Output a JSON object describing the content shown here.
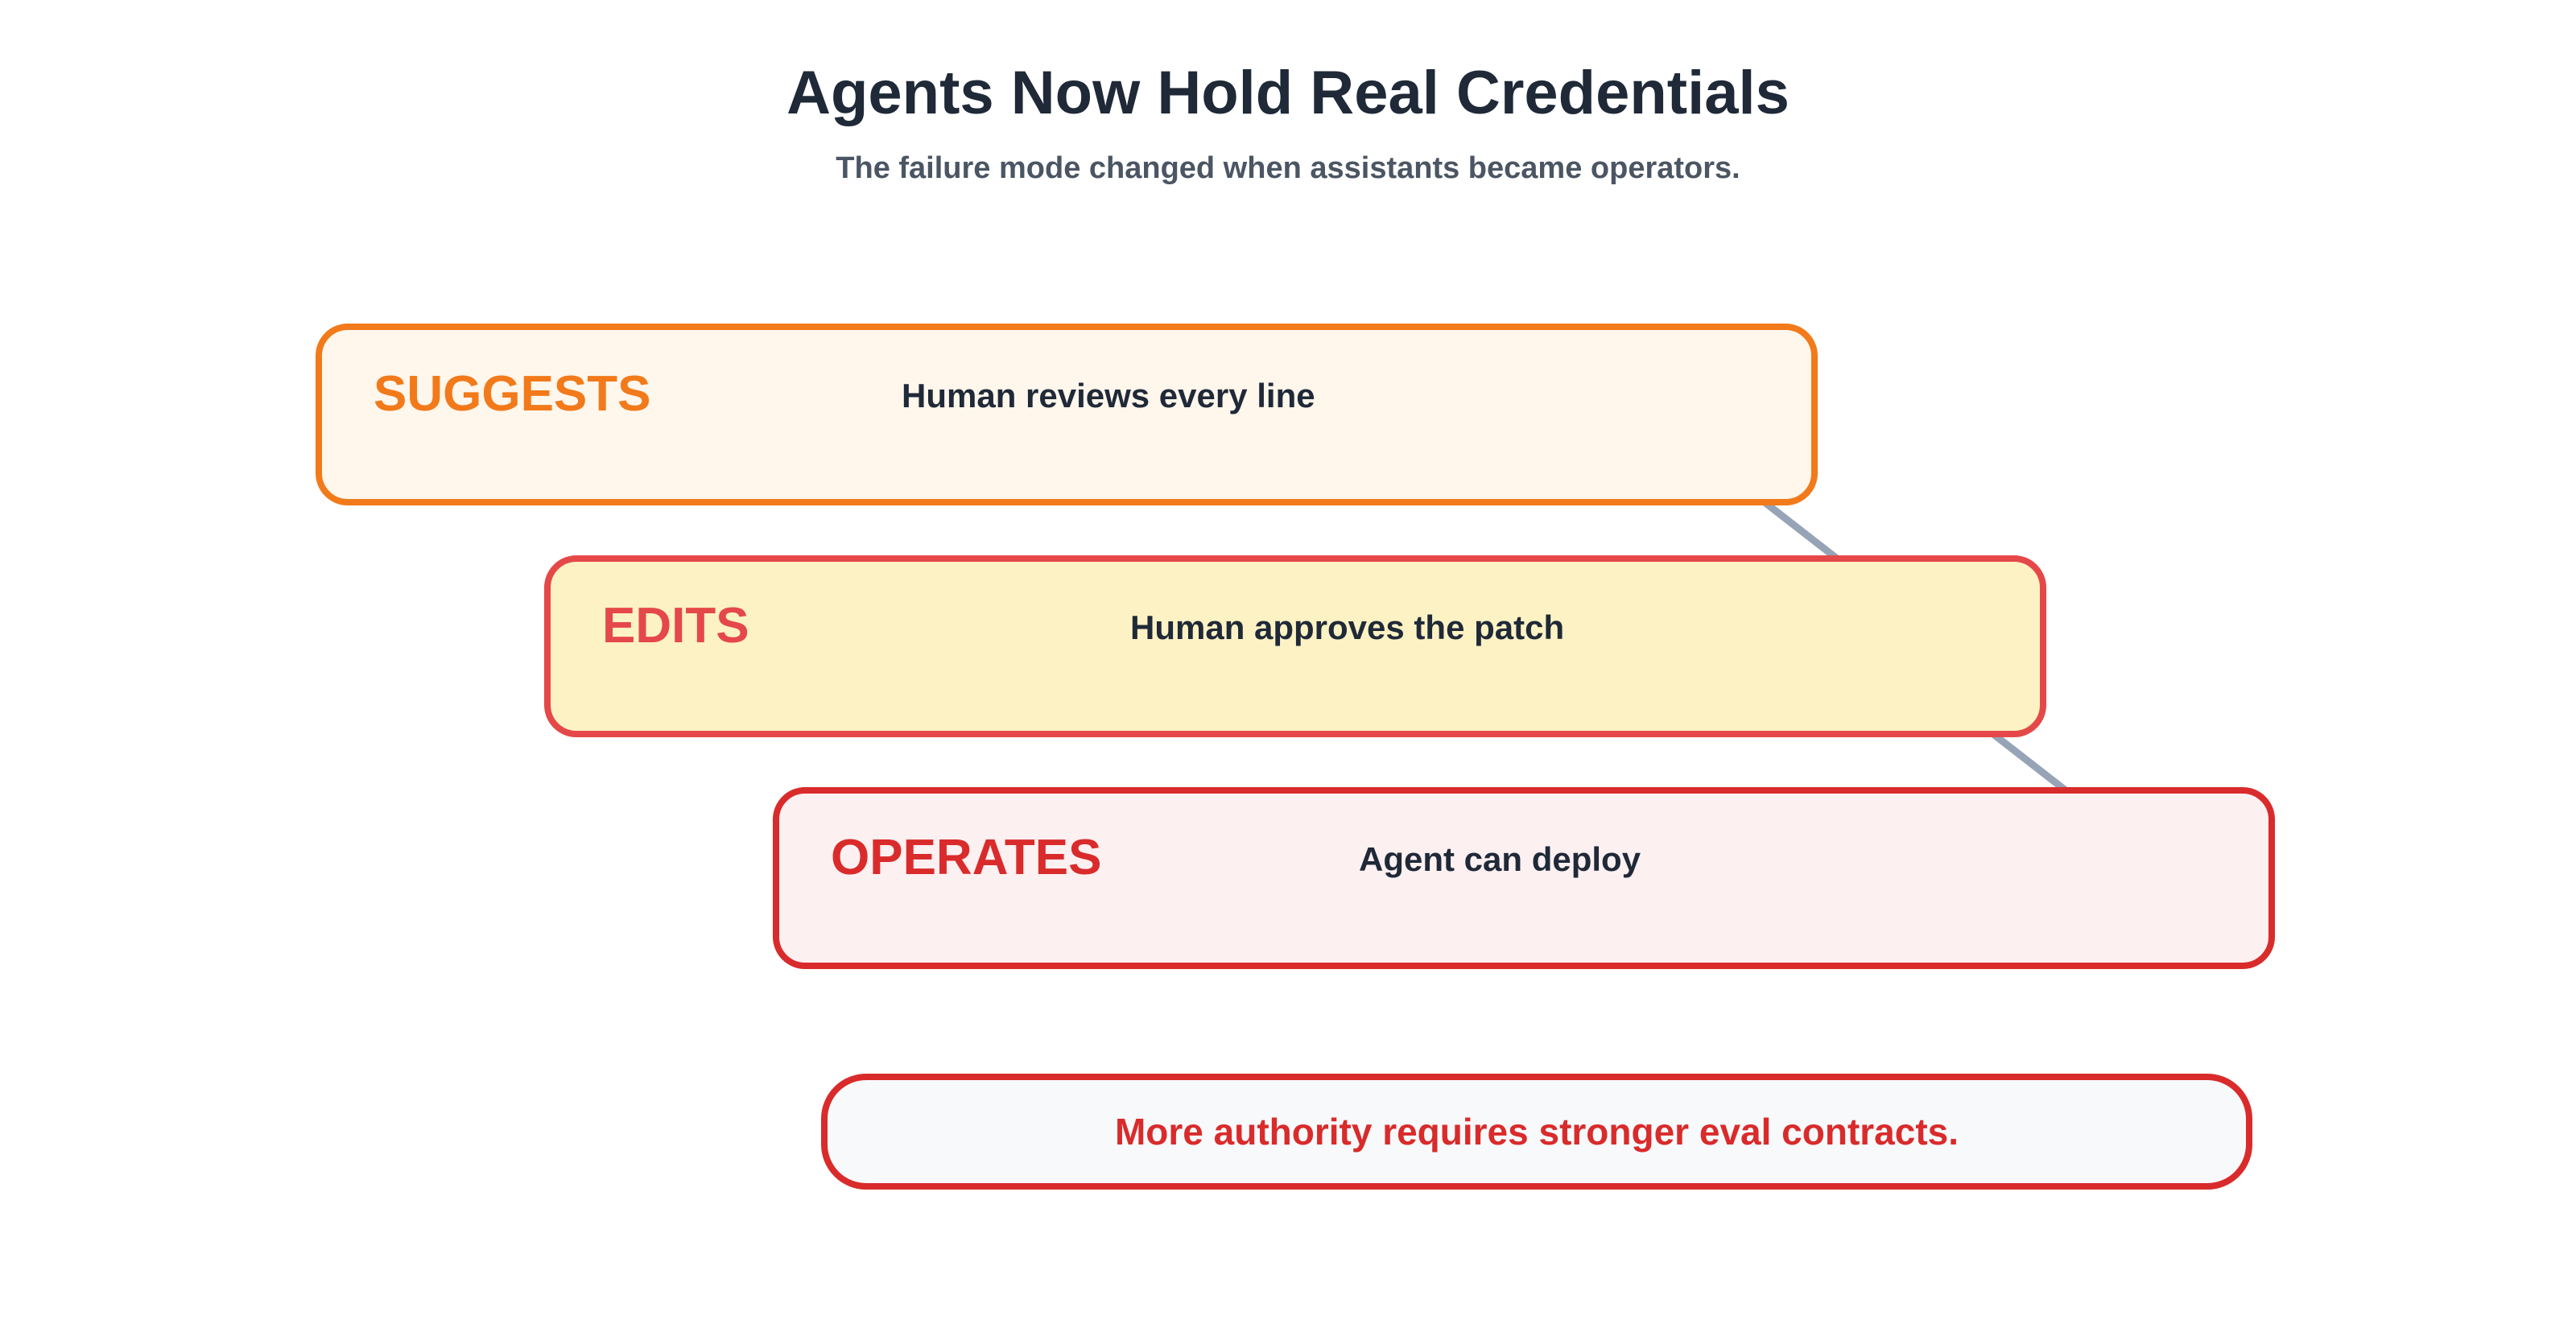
{
  "header": {
    "title": "Agents Now Hold Real Credentials",
    "subtitle": "The failure mode changed when assistants became operators."
  },
  "stages": [
    {
      "label": "SUGGESTS",
      "description": "Human reviews every line",
      "accent": "#f27a1a",
      "fill": "#fff6ec"
    },
    {
      "label": "EDITS",
      "description": "Human approves the patch",
      "accent": "#e54848",
      "fill": "#fdf2c4"
    },
    {
      "label": "OPERATES",
      "description": "Agent can deploy",
      "accent": "#d92b2b",
      "fill": "#fdf0f1"
    }
  ],
  "callout": {
    "text": "More authority requires stronger eval contracts."
  },
  "colors": {
    "connector": "#97a3b6",
    "title": "#1f2937",
    "subtitle": "#4b5563"
  }
}
